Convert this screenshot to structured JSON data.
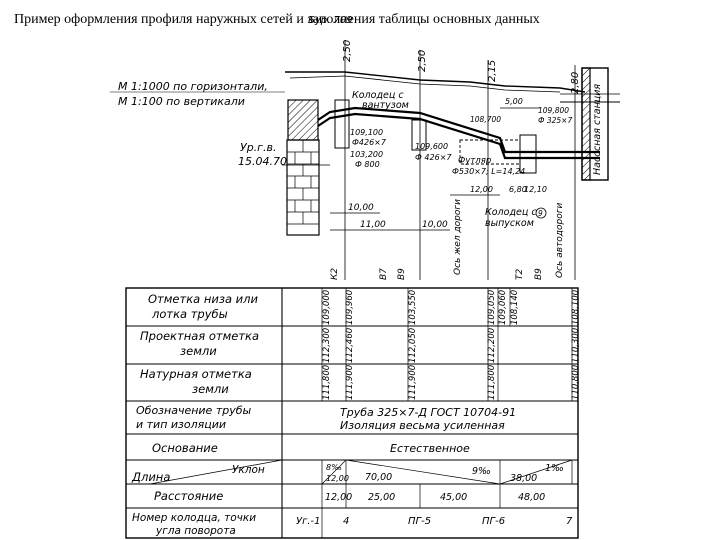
{
  "title": "Пример оформления профиля наружных сетей и заполнения таблицы основных данных",
  "drawing": {
    "scale_horizontal": "М 1:1000 по горизонтали,",
    "scale_vertical": "М 1:100  по вертикали",
    "groundwater_label": "Ур.г.в.",
    "groundwater_date": "15.04.70",
    "borehole": "Бур. 709",
    "depth_250": "2,50",
    "depth_250b": "2,50",
    "depth_215": "2,15",
    "depth_280": "2,80",
    "well_vent_1": "Колодец с",
    "well_vent_2": "вантузом",
    "dist_500": "5,00",
    "elev_109100": "109,100",
    "pipe_d426_a": "Ф426×7",
    "elev_103200": "103,200",
    "pipe_d800": "Ф 800",
    "elev_109600": "109,600",
    "pipe_d426_b": "Ф 426×7",
    "elev_108700": "108,700",
    "elev_109800": "109,800",
    "pipe_d325": "Ф 325×7",
    "case_1": "Футляр",
    "case_2": "Ф530×7; L=14,24",
    "dist_1200a": "12,00",
    "dist_680": "6,80",
    "dist_1210": "12,10",
    "well_outlet_1": "Колодец с",
    "well_outlet_2": "выпуском",
    "well_outlet_no": "9",
    "dist_1000a": "10,00",
    "dist_1100": "11,00",
    "dist_1000b": "10,00",
    "axis_rail": "Ось жел дороги",
    "axis_road": "Ось автодороги",
    "pump_station": "Насосная станция",
    "pickets": [
      "К2",
      "В7",
      "В9",
      "Т2",
      "В9"
    ]
  },
  "table": {
    "rows": [
      {
        "l1": "Отметка низа или",
        "l2": "лотка трубы"
      },
      {
        "l1": "Проектная отметка",
        "l2": "земли"
      },
      {
        "l1": "Натурная отметка",
        "l2": "земли"
      },
      {
        "l1": "Обозначение трубы",
        "l2": "и тип изоляции"
      },
      {
        "l1": "Основание",
        "l2": ""
      },
      {
        "l1": "Длина",
        "l2": "Уклон"
      },
      {
        "l1": "Расстояние",
        "l2": ""
      },
      {
        "l1": "Номер колодца, точки",
        "l2": "угла поворота"
      }
    ],
    "values": {
      "bottom_1": "109,000",
      "bottom_2": "109,960",
      "bottom_3": "103,550",
      "bottom_4": "109,050",
      "bottom_5": "109,060",
      "bottom_6": "108,140",
      "bottom_7": "108,100",
      "proj_1": "112,300",
      "proj_2": "112,460",
      "proj_3": "112,050",
      "proj_4": "112,200",
      "proj_5": "110,300",
      "nat_1": "111,800",
      "nat_2": "111,900",
      "nat_3": "111,900",
      "nat_4": "111,800",
      "nat_5": "110,800",
      "pipe_spec_1": "Труба 325×7-Д  ГОСТ 10704-91",
      "pipe_spec_2": "Изоляция весьма усиленная",
      "base": "Естественное",
      "slope_1": "8‰",
      "length_1": "12,00",
      "slope_2": "9‰",
      "length_2": "70,00",
      "slope_3": "1‰",
      "length_3": "38,00",
      "dist_1": "12,00",
      "dist_2": "25,00",
      "dist_3": "45,00",
      "dist_4": "48,00",
      "well_1": "Уг.-1",
      "well_2": "4",
      "well_3": "ПГ-5",
      "well_4": "ПГ-6",
      "well_5": "7"
    }
  }
}
